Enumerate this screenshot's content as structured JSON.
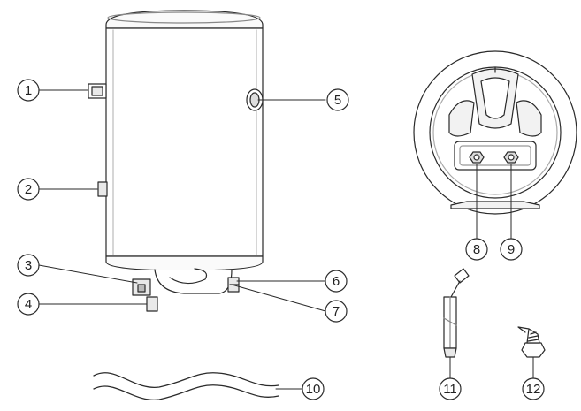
{
  "diagram": {
    "callouts": [
      {
        "id": "1",
        "label": "1"
      },
      {
        "id": "2",
        "label": "2"
      },
      {
        "id": "3",
        "label": "3"
      },
      {
        "id": "4",
        "label": "4"
      },
      {
        "id": "5",
        "label": "5"
      },
      {
        "id": "6",
        "label": "6"
      },
      {
        "id": "7",
        "label": "7"
      },
      {
        "id": "8",
        "label": "8"
      },
      {
        "id": "9",
        "label": "9"
      },
      {
        "id": "10",
        "label": "10"
      },
      {
        "id": "11",
        "label": "11"
      },
      {
        "id": "12",
        "label": "12"
      }
    ],
    "colors": {
      "stroke": "#2a2a2a",
      "light_stroke": "#777777",
      "fill": "#ffffff",
      "shade": "#e9e9e9"
    }
  }
}
